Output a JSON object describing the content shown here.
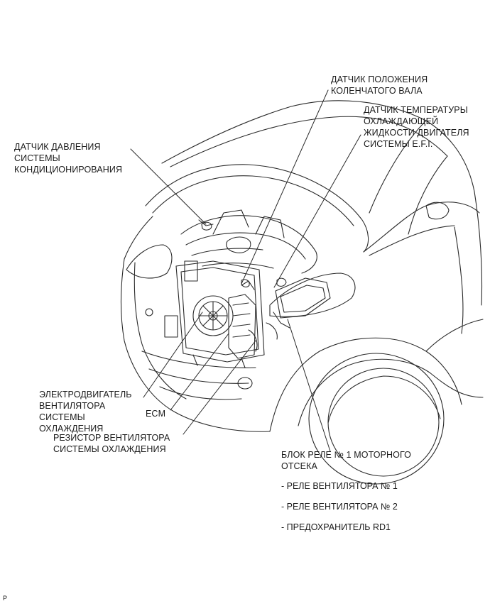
{
  "labels": {
    "crank_sensor": "ДАТЧИК ПОЛОЖЕНИЯ\nКОЛЕНЧАТОГО ВАЛА",
    "coolant_sensor": "ДАТЧИК ТЕМПЕРАТУРЫ\nОХЛАЖДАЮЩЕЙ\nЖИДКОСТИ ДВИГАТЕЛЯ\nСИСТЕМЫ E.F.I.",
    "ac_pressure_sensor": "ДАТЧИК ДАВЛЕНИЯ\nСИСТЕМЫ\nКОНДИЦИОНИРОВАНИЯ",
    "fan_motor": "ЭЛЕКТРОДВИГАТЕЛЬ\nВЕНТИЛЯТОРА\nСИСТЕМЫ\nОХЛАЖДЕНИЯ",
    "ecm": "ECM",
    "fan_resistor": "РЕЗИСТОР ВЕНТИЛЯТОРА\nСИСТЕМЫ ОХЛАЖДЕНИЯ",
    "relay_block": "БЛОК РЕЛЕ № 1 МОТОРНОГО\nОТСЕКА",
    "relay_items": [
      "- РЕЛЕ ВЕНТИЛЯТОРА № 1",
      "- РЕЛЕ ВЕНТИЛЯТОРА № 2",
      "- ПРЕДОХРАНИТЕЛЬ RD1"
    ]
  },
  "footer_mark": "P"
}
